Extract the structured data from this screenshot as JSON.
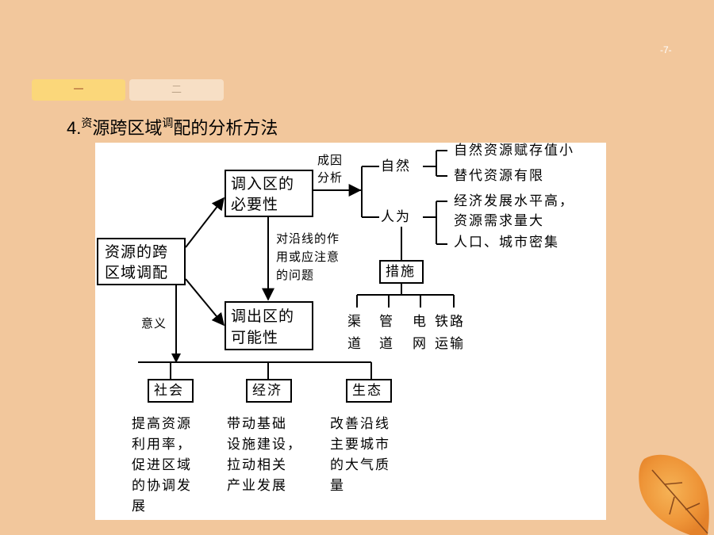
{
  "page_number": "-7-",
  "tabs": [
    "一",
    "二"
  ],
  "title": {
    "num": "4.",
    "c1": "资",
    "c2": "源跨区域",
    "c3": "调",
    "c4": "配的分析方法"
  },
  "diagram": {
    "root": {
      "line1": "资源的跨",
      "line2": "区域调配"
    },
    "import_box": {
      "line1": "调入区的",
      "line2": "必要性"
    },
    "export_box": {
      "line1": "调出区的",
      "line2": "可能性"
    },
    "cause_label": {
      "line1": "成因",
      "line2": "分析"
    },
    "natural": "自然",
    "natural_items": [
      "自然资源赋存值小",
      "替代资源有限"
    ],
    "human": "人为",
    "human_items": [
      "经济发展水平高，",
      "资源需求量大",
      "人口、城市密集"
    ],
    "along_label": {
      "line1": "对沿线的作",
      "line2": "用或应注意",
      "line3": "的问题"
    },
    "measures": "措施",
    "measure_items": [
      {
        "a": "渠",
        "b": "道"
      },
      {
        "a": "管",
        "b": "道"
      },
      {
        "a": "电",
        "b": "网"
      },
      {
        "a": "铁路",
        "b": "运输"
      }
    ],
    "meaning": "意义",
    "categories": [
      {
        "label": "社会",
        "lines": [
          "提高资源",
          "利用率，",
          "促进区域",
          "的协调发",
          "展"
        ]
      },
      {
        "label": "经济",
        "lines": [
          "带动基础",
          "设施建设，",
          "拉动相关",
          "产业发展"
        ]
      },
      {
        "label": "生态",
        "lines": [
          "改善沿线",
          "主要城市",
          "的大气质",
          "量"
        ]
      }
    ]
  }
}
